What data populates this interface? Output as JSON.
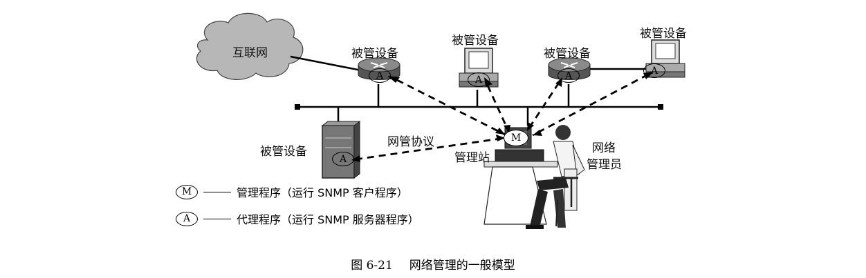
{
  "labels": {
    "internet": "互联网",
    "device_router1": "被管设备",
    "device_pc1": "被管设备",
    "device_router2": "被管设备",
    "device_pc2": "被管设备",
    "device_server": "被管设备",
    "protocol": "网管协议",
    "station": "管理站",
    "admin_line1": "网络",
    "admin_line2": "管理员"
  },
  "badges": {
    "manager": "M",
    "agent": "A"
  },
  "legend": [
    {
      "badge": "M",
      "text": "管理程序（运行 SNMP 客户程序）"
    },
    {
      "badge": "A",
      "text": "代理程序（运行 SNMP 服务器程序）"
    }
  ],
  "caption": {
    "number": "图 6-21",
    "title": "网络管理的一般模型"
  }
}
